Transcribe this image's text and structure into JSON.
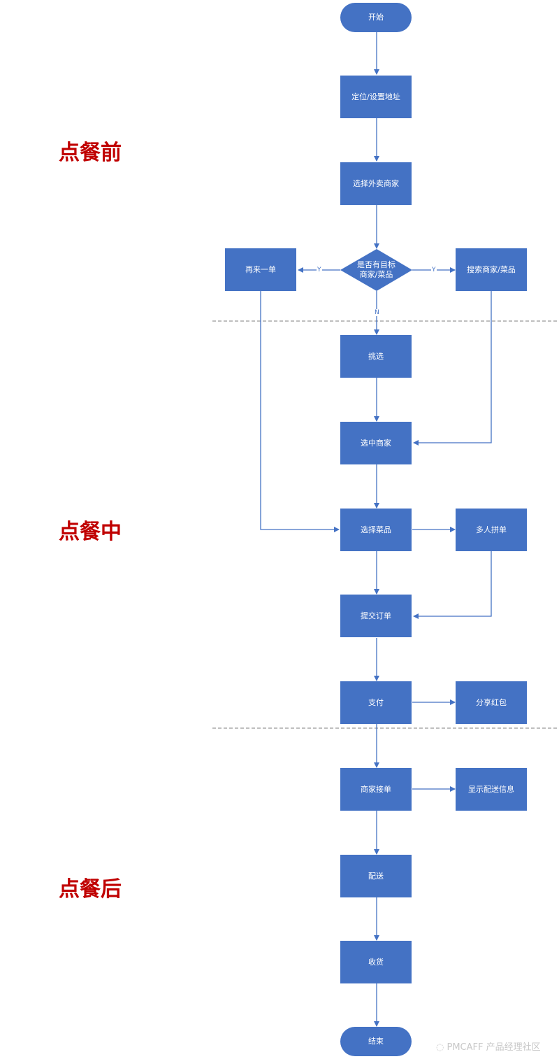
{
  "phases": {
    "before": "点餐前",
    "during": "点餐中",
    "after": "点餐后"
  },
  "nodes": {
    "start": "开始",
    "locate": "定位/设置地址",
    "choose_merchant": "选择外卖商家",
    "decision_line1": "是否有目标",
    "decision_line2": "商家/菜品",
    "reorder": "再来一单",
    "search": "搜索商家/菜品",
    "browse": "挑选",
    "selected_merchant": "选中商家",
    "choose_dishes": "选择菜品",
    "group_order": "多人拼单",
    "submit_order": "提交订单",
    "pay": "支付",
    "share_redpacket": "分享红包",
    "merchant_accept": "商家接单",
    "show_delivery": "显示配送信息",
    "delivery": "配送",
    "receive": "收货",
    "end": "结束"
  },
  "edge_labels": {
    "yes_left": "Y",
    "yes_right": "Y",
    "no": "N"
  },
  "colors": {
    "node_fill": "#4472c4",
    "edge": "#4472c4",
    "phase_text": "#c00000",
    "divider": "#7f7f7f"
  },
  "watermark": "PMCAFF 产品经理社区"
}
